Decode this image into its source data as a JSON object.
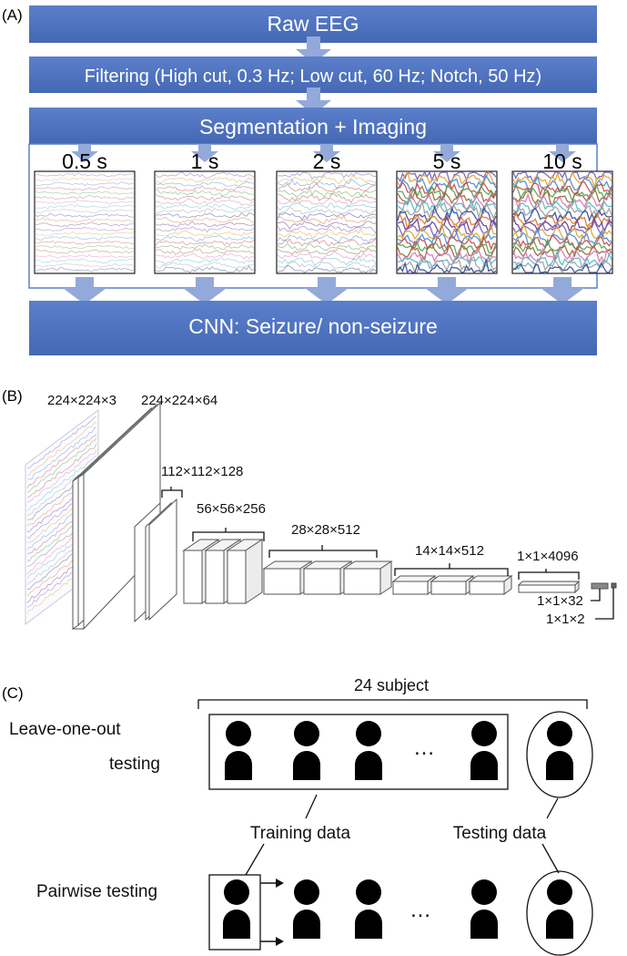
{
  "panel_a": {
    "label": "(A)",
    "raw": "Raw EEG",
    "filtering": "Filtering (High cut, 0.3 Hz; Low cut, 60 Hz; Notch, 50 Hz)",
    "segmentation": "Segmentation + Imaging",
    "windows": [
      {
        "label": "0.5 s",
        "density": 0.15
      },
      {
        "label": "1 s",
        "density": 0.3
      },
      {
        "label": "2 s",
        "density": 0.45
      },
      {
        "label": "5 s",
        "density": 1.0
      },
      {
        "label": "10 s",
        "density": 1.0
      }
    ],
    "cnn": "CNN: Seizure/ non-seizure",
    "colors": {
      "bar": "#4f72be",
      "bar_edge": "#6b8fd4",
      "arrow": "#93a9da"
    }
  },
  "panel_b": {
    "label": "(B)",
    "input_dim": "224×224×3",
    "conv1_dim": "224×224×64",
    "conv2_dim": "112×112×128",
    "conv3_dim": "56×56×256",
    "conv4_dim": "28×28×512",
    "conv5_dim": "14×14×512",
    "fc1_dim": "1×1×4096",
    "fc2_dim": "1×1×32",
    "out_dim": "1×1×2"
  },
  "panel_c": {
    "label": "(C)",
    "subjects": "24 subject",
    "loo": [
      "Leave-one-out",
      "testing"
    ],
    "pairwise": "Pairwise testing",
    "training": "Training data",
    "testing": "Testing data",
    "ellipsis": "…"
  }
}
